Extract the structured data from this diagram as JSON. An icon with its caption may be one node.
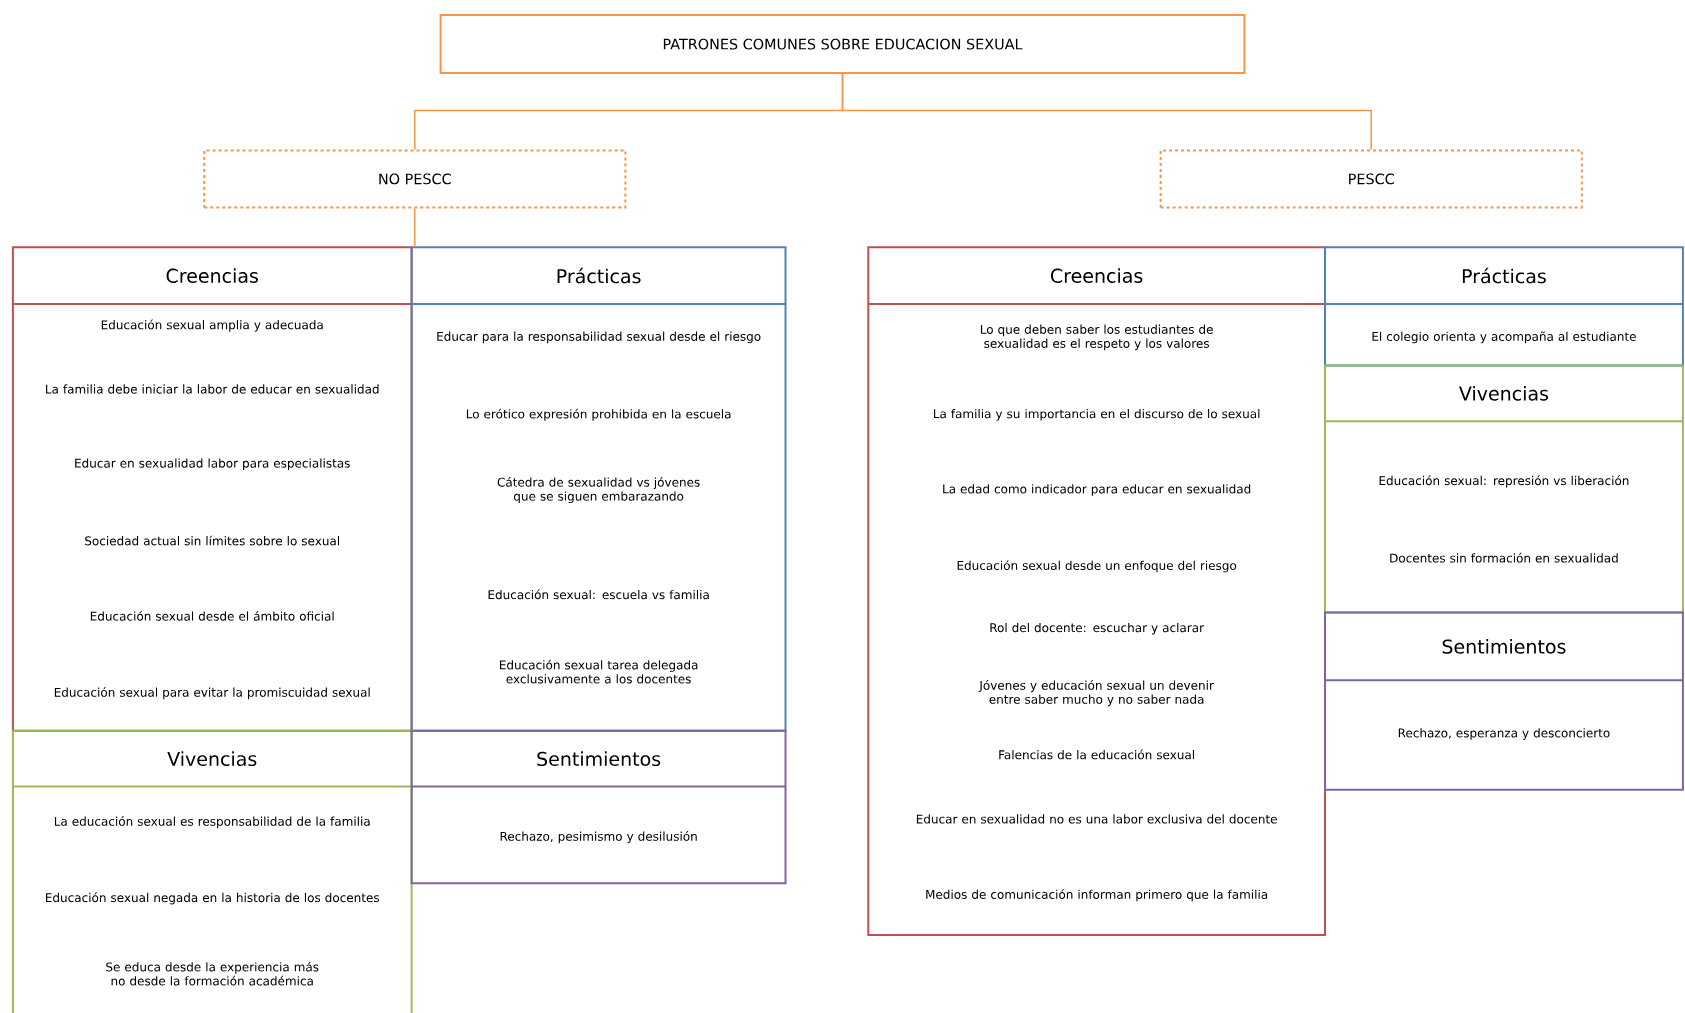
{
  "diagram": {
    "nodes": [
      {
        "text": [
          "PATRONES COMUNES SOBRE EDUCACION SEXUAL"
        ]
      },
      {
        "text": [
          "NO PESCC"
        ]
      },
      {
        "text": [
          "PESCC"
        ]
      },
      {
        "text": [
          "Creencias",
          "Educación sexual amplia y adecuada",
          "La familia debe iniciar la labor de educar en sexualidad",
          "Educar en sexualidad labor para especialistas",
          "Sociedad actual sin límites sobre lo sexual",
          "Educación sexual desde el ámbito oficial",
          "Educación sexual para evitar la promiscuidad sexual"
        ]
      },
      {
        "text": [
          "Prácticas",
          "Educar para la responsabilidad sexual desde el riesgo",
          "Lo erótico expresión prohibida en la escuela",
          "Cátedra de sexualidad vs jóvenes que se siguen embarazando",
          "Educación sexual: escuela vs familia",
          "Educación sexual tarea delegada exclusivamente a los docentes"
        ]
      },
      {
        "text": [
          "Creencias",
          "Lo que deben saber los estudiantes de sexualidad es el respeto y los valores",
          "La familia y su importancia en el discurso de lo sexual",
          "La edad como indicador para educar en sexualidad",
          "Educación sexual desde un enfoque del riesgo",
          "Rol del docente: escuchar y aclarar",
          "Jóvenes y educación sexual un devenir entre saber mucho y no saber nada",
          "Falencias de la educación sexual",
          "Educar en sexualidad no es una labor exclusiva del docente",
          "Medios de comunicación informan primero que la familia"
        ]
      },
      {
        "text": [
          "Prácticas",
          "El colegio orienta y acompaña al estudiante"
        ]
      },
      {
        "text": [
          "Vivencias",
          "Educación sexual: represión vs liberación",
          "Docentes sin formación en sexualidad"
        ]
      },
      {
        "text": [
          "Sentimientos",
          "Rechazo, esperanza y desconcierto"
        ]
      },
      {
        "text": [
          "Vivencias",
          "La educación sexual es responsabilidad de la familia",
          "Educación sexual negada en la historia de los docentes",
          "Se educa desde la experiencia más no desde la formación académica"
        ]
      },
      {
        "text": [
          "Sentimientos",
          "Rechazo, pesimismo y desilusión"
        ]
      }
    ],
    "edges": [
      {
        "from": 0,
        "to": 1,
        "arrow": "none"
      },
      {
        "from": 0,
        "to": 2,
        "arrow": "none"
      },
      {
        "from": 1,
        "to": 3,
        "arrow": "none"
      }
    ]
  }
}
